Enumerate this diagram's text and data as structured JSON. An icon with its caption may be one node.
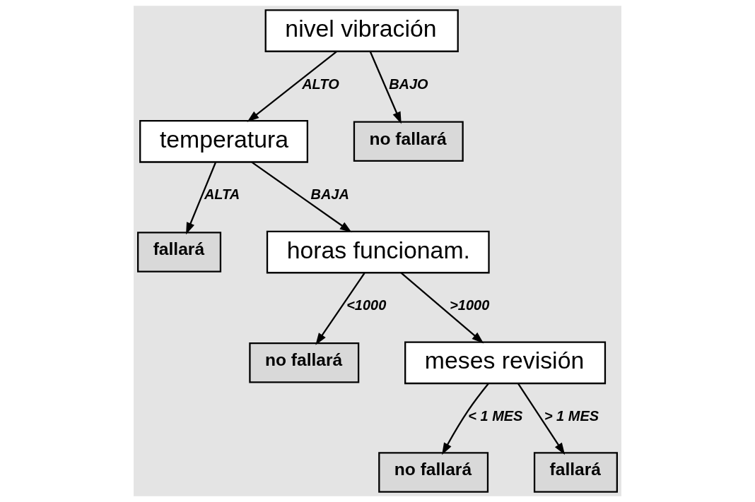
{
  "diagram": {
    "nodes": [
      {
        "text": [
          "nivel vibración"
        ]
      },
      {
        "text": [
          "temperatura"
        ]
      },
      {
        "text": [
          "no fallará"
        ]
      },
      {
        "text": [
          "fallará"
        ]
      },
      {
        "text": [
          "horas funcionam."
        ]
      },
      {
        "text": [
          "no fallará"
        ]
      },
      {
        "text": [
          "meses revisión"
        ]
      },
      {
        "text": [
          "no fallará"
        ]
      },
      {
        "text": [
          "fallará"
        ]
      }
    ],
    "edges": [
      {
        "from": 0,
        "to": 1,
        "arrow": "to",
        "label": "ALTO"
      },
      {
        "from": 0,
        "to": 2,
        "arrow": "to",
        "label": "BAJO"
      },
      {
        "from": 1,
        "to": 3,
        "arrow": "to",
        "label": "ALTA"
      },
      {
        "from": 1,
        "to": 4,
        "arrow": "to",
        "label": "BAJA"
      },
      {
        "from": 4,
        "to": 5,
        "arrow": "to",
        "label": "<1000"
      },
      {
        "from": 4,
        "to": 6,
        "arrow": "to",
        "label": ">1000"
      },
      {
        "from": 6,
        "to": 7,
        "arrow": "to",
        "label": "< 1 MES"
      },
      {
        "from": 6,
        "to": 8,
        "arrow": "to",
        "label": "> 1 MES"
      }
    ]
  }
}
